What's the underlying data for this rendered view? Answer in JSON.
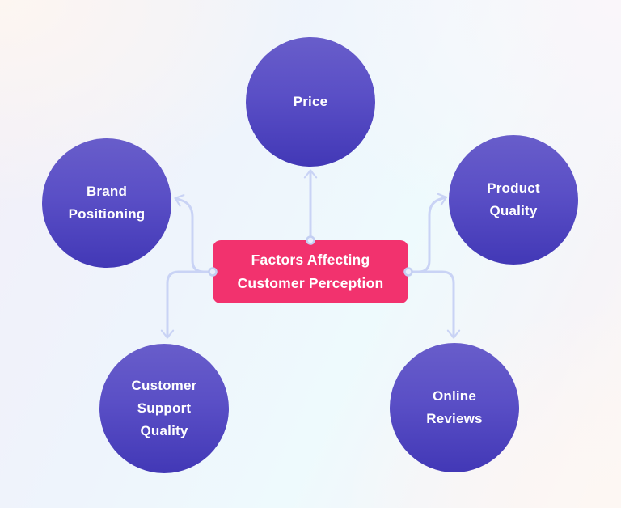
{
  "diagram": {
    "center_box": {
      "lines": [
        "Factors Affecting",
        "Customer Perception"
      ],
      "background_color": "#F2326E",
      "text_color": "#FFFFFF"
    },
    "nodes": [
      {
        "id": "price",
        "label": "Price"
      },
      {
        "id": "brand-positioning",
        "label": "Brand Positioning"
      },
      {
        "id": "product-quality",
        "label": "Product Quality"
      },
      {
        "id": "customer-support-quality",
        "label": "Customer Support Quality"
      },
      {
        "id": "online-reviews",
        "label": "Online Reviews"
      }
    ],
    "node_style": {
      "gradient_top_color": "#685DCA",
      "gradient_bottom_color": "#4238B6",
      "text_color": "#FFFFFF"
    },
    "connectors": {
      "color": "#C9D3F5",
      "handle_fill": "#E9EEFB",
      "handle_positions": [
        "box-top",
        "box-left",
        "box-right"
      ],
      "arrow_targets": [
        "price",
        "brand-positioning",
        "product-quality",
        "customer-support-quality",
        "online-reviews"
      ]
    },
    "background_colors": [
      "#FDF6F1",
      "#EEF4FC",
      "#EEFAFD",
      "#FDF8F4"
    ]
  }
}
